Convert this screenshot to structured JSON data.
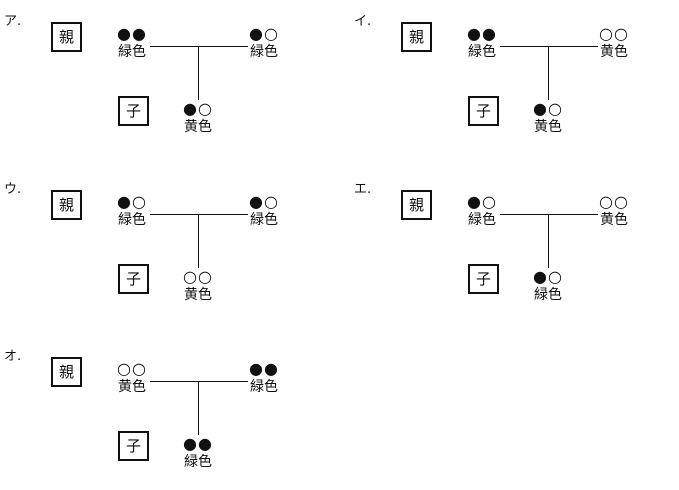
{
  "labels": {
    "parent": "親",
    "child": "子"
  },
  "panels": [
    {
      "label": "ア.",
      "p1": {
        "genes": "●●",
        "color": "緑色"
      },
      "p2": {
        "genes": "●○",
        "color": "緑色"
      },
      "child": {
        "genes": "●○",
        "color": "黄色"
      }
    },
    {
      "label": "イ.",
      "p1": {
        "genes": "●●",
        "color": "緑色"
      },
      "p2": {
        "genes": "○○",
        "color": "黄色"
      },
      "child": {
        "genes": "●○",
        "color": "黄色"
      }
    },
    {
      "label": "ウ.",
      "p1": {
        "genes": "●○",
        "color": "緑色"
      },
      "p2": {
        "genes": "●○",
        "color": "緑色"
      },
      "child": {
        "genes": "○○",
        "color": "黄色"
      }
    },
    {
      "label": "エ.",
      "p1": {
        "genes": "●○",
        "color": "緑色"
      },
      "p2": {
        "genes": "○○",
        "color": "黄色"
      },
      "child": {
        "genes": "●○",
        "color": "緑色"
      }
    },
    {
      "label": "オ.",
      "p1": {
        "genes": "○○",
        "color": "黄色"
      },
      "p2": {
        "genes": "●●",
        "color": "緑色"
      },
      "child": {
        "genes": "●●",
        "color": "緑色"
      }
    }
  ]
}
